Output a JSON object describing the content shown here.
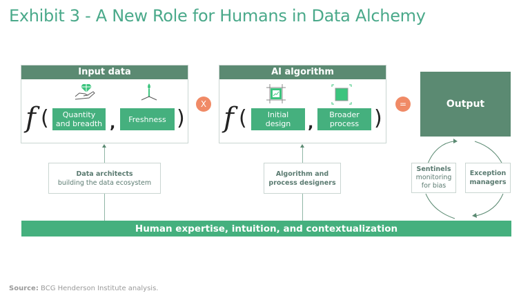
{
  "title": "Exhibit 3 - A New Role for Humans in Data Alchemy",
  "input_panel": {
    "header": "Input data",
    "function_symbol": "f",
    "open_paren": "(",
    "close_paren": ")",
    "comma": ",",
    "factors": [
      {
        "label_line1": "Quantity",
        "label_line2": "and breadth",
        "icon": "hand-holding-gem-icon"
      },
      {
        "label_line1": "Freshness",
        "label_line2": "",
        "icon": "sprout-icon"
      }
    ]
  },
  "operator_multiply": "X",
  "ai_panel": {
    "header": "AI algorithm",
    "function_symbol": "f",
    "open_paren": "(",
    "close_paren": ")",
    "comma": ",",
    "factors": [
      {
        "label_line1": "Initial",
        "label_line2": "design",
        "icon": "blueprint-frame-icon"
      },
      {
        "label_line1": "Broader",
        "label_line2": "process",
        "icon": "expand-square-icon"
      }
    ]
  },
  "operator_equals": "=",
  "output": {
    "label": "Output"
  },
  "roles": {
    "data_architects": {
      "bold": "Data architects",
      "normal": "building the data ecosystem"
    },
    "algorithm_designers": {
      "bold_line1": "Algorithm and",
      "bold_line2": "process designers"
    },
    "sentinels": {
      "bold": "Sentinels",
      "normal_line1": "monitoring",
      "normal_line2": "for bias"
    },
    "exception_managers": {
      "bold_line1": "Exception",
      "bold_line2": "managers"
    }
  },
  "foundation_bar": "Human expertise, intuition, and contextualization",
  "source": {
    "label": "Source:",
    "text": " BCG Henderson Institute analysis."
  },
  "colors": {
    "title": "#4aa98a",
    "header_dark_green": "#5b8a72",
    "bright_green": "#45b07e",
    "operator_orange": "#f08a66"
  }
}
